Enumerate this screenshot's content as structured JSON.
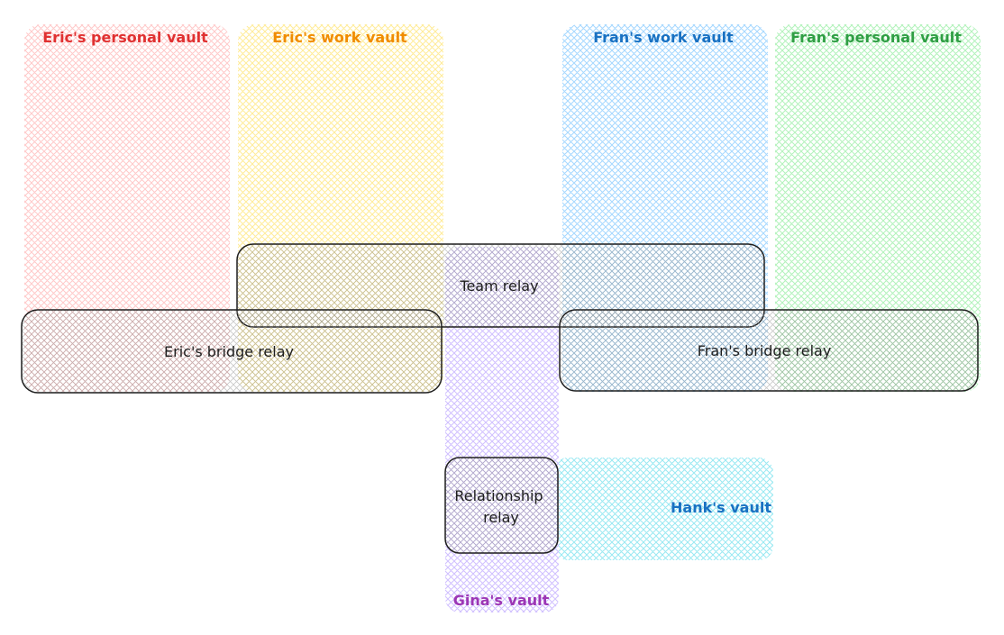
{
  "vaults": [
    {
      "id": "eric-personal",
      "label": "Eric's personal vault",
      "color": "#e03131",
      "fill": "#ffc9c9"
    },
    {
      "id": "eric-work",
      "label": "Eric's work vault",
      "color": "#f08c00",
      "fill": "#ffec99"
    },
    {
      "id": "fran-work",
      "label": "Fran's work vault",
      "color": "#1971c2",
      "fill": "#a5d8ff"
    },
    {
      "id": "fran-personal",
      "label": "Fran's personal vault",
      "color": "#2f9e44",
      "fill": "#b2f2bb"
    },
    {
      "id": "gina",
      "label": "Gina's vault",
      "color": "#9c36b5",
      "fill": "#d0bfff"
    },
    {
      "id": "hank",
      "label": "Hank's vault",
      "color": "#1971c2",
      "fill": "#99e9f2"
    }
  ],
  "relays": [
    {
      "id": "team",
      "label": "Team relay"
    },
    {
      "id": "eric-bridge",
      "label": "Eric's bridge relay"
    },
    {
      "id": "fran-bridge",
      "label": "Fran's bridge relay"
    },
    {
      "id": "relationship",
      "label_lines": [
        "Relationship",
        "relay"
      ]
    }
  ],
  "colors": {
    "relay_stroke": "#1e1e1e",
    "relay_text": "#1e1e1e"
  }
}
